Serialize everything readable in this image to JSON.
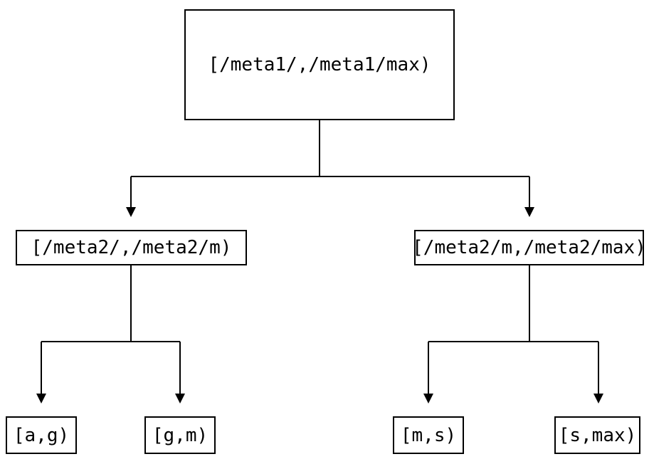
{
  "diagram": {
    "kind": "binary-interval-partition-tree",
    "nodes": {
      "root": {
        "label": "[/meta1/,/meta1/max)"
      },
      "left": {
        "label": "[/meta2/,/meta2/m)"
      },
      "right": {
        "label": "[/meta2/m,/meta2/max)"
      },
      "left_left": {
        "label": "[a,g)"
      },
      "left_right": {
        "label": "[g,m)"
      },
      "right_left": {
        "label": "[m,s)"
      },
      "right_right": {
        "label": "[s,max)"
      }
    },
    "edges": [
      {
        "from": "root",
        "to": "left"
      },
      {
        "from": "root",
        "to": "right"
      },
      {
        "from": "left",
        "to": "left_left"
      },
      {
        "from": "left",
        "to": "left_right"
      },
      {
        "from": "right",
        "to": "right_left"
      },
      {
        "from": "right",
        "to": "right_right"
      }
    ],
    "colors": {
      "background": "#ffffff",
      "line": "#000000",
      "box_border": "#000000",
      "text": "#000000"
    }
  }
}
